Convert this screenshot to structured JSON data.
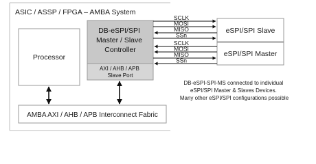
{
  "system": {
    "title": "ASIC / ASSP / FPGA – AMBA System"
  },
  "processor": {
    "label": "Processor"
  },
  "controller": {
    "lines": [
      "DB-eSPI/SPI",
      "Master / Slave",
      "Controller"
    ],
    "port_lines": [
      "AXI / AHB / APB",
      "Slave Port"
    ]
  },
  "fabric": {
    "label": "AMBA AXI / AHB / APB Interconnect Fabric"
  },
  "slave_device": {
    "label": "eSPI/SPI Slave"
  },
  "master_device": {
    "label": "eSPI/SPI Master"
  },
  "slave_bus": {
    "signals": [
      "SCLK",
      "MOSI",
      "MISO",
      "SSn"
    ]
  },
  "master_bus": {
    "signals": [
      "SCLK",
      "MOSI",
      "MISO",
      "SSn"
    ]
  },
  "note": {
    "lines": [
      "DB-eSPI-SPI-MS connected to individual",
      "eSPI/SPI Master & Slaves Devices.",
      "Many other eSPI/SPI configurations possible"
    ]
  },
  "colors": {
    "controller_fill": "#c8c8c8",
    "port_fill": "#d6d6d6",
    "frame": "#bdbdbd",
    "line": "#111111"
  }
}
